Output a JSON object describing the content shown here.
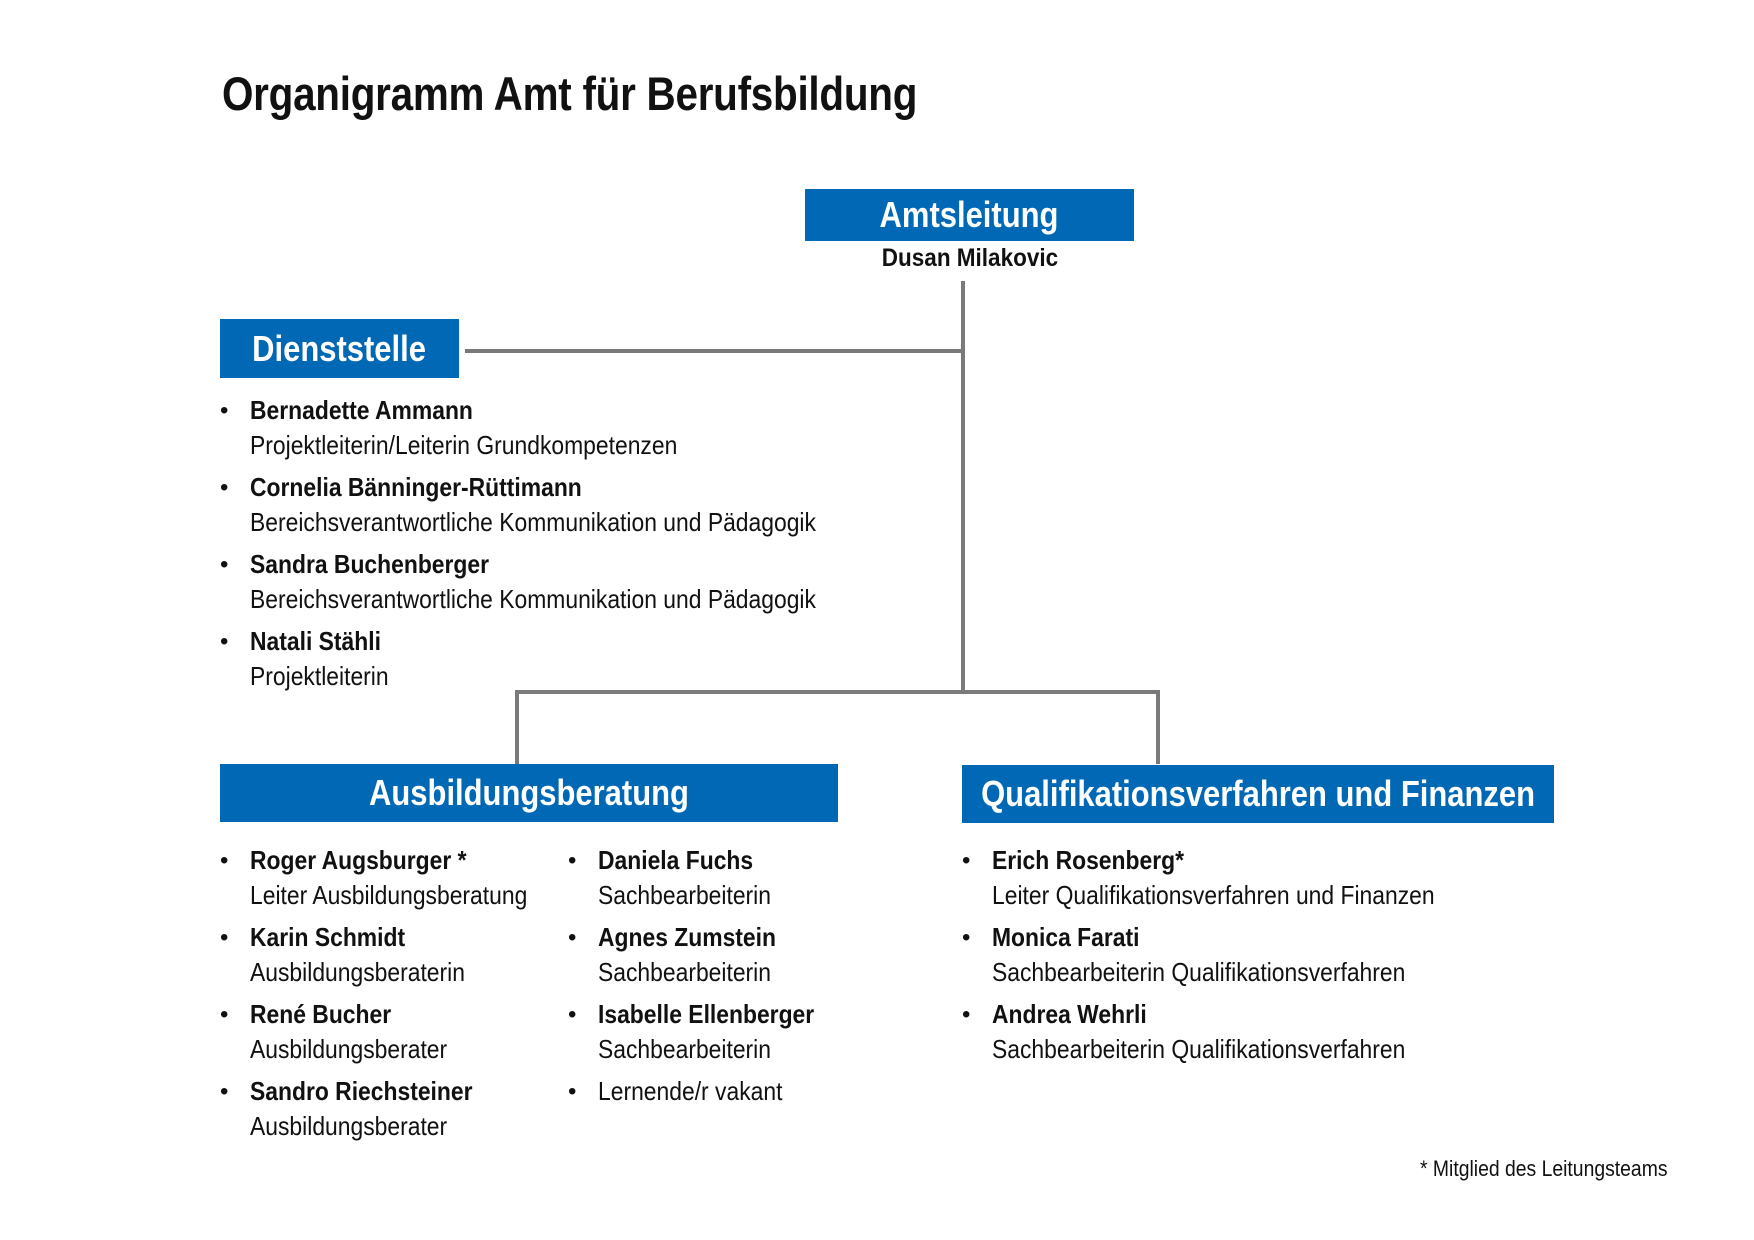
{
  "title": "Organigramm Amt für Berufsbildung",
  "accent_color": "#0068b4",
  "connector_color": "#7a7a7a",
  "amtsleitung": {
    "label": "Amtsleitung",
    "name": "Dusan Milakovic"
  },
  "dienststelle": {
    "label": "Dienststelle",
    "members": [
      {
        "name": "Bernadette Ammann",
        "role": "Projektleiterin/Leiterin Grundkompetenzen"
      },
      {
        "name": "Cornelia Bänninger-Rüttimann",
        "role": "Bereichsverantwortliche Kommunikation und Pädagogik"
      },
      {
        "name": "Sandra Buchenberger",
        "role": "Bereichsverantwortliche Kommunikation und Pädagogik"
      },
      {
        "name": "Natali Stähli",
        "role": "Projektleiterin"
      }
    ]
  },
  "ausbildungsberatung": {
    "label": "Ausbildungsberatung",
    "column1": [
      {
        "name": "Roger Augsburger *",
        "role": "Leiter Ausbildungsberatung"
      },
      {
        "name": "Karin Schmidt",
        "role": "Ausbildungsberaterin"
      },
      {
        "name": "René Bucher",
        "role": "Ausbildungsberater"
      },
      {
        "name": "Sandro Riechsteiner",
        "role": "Ausbildungsberater"
      }
    ],
    "column2": [
      {
        "name": "Daniela Fuchs",
        "role": "Sachbearbeiterin"
      },
      {
        "name": "Agnes Zumstein",
        "role": "Sachbearbeiterin"
      },
      {
        "name": "Isabelle Ellenberger",
        "role": "Sachbearbeiterin"
      },
      {
        "name": "Lernende/r vakant",
        "role": ""
      }
    ]
  },
  "qualifikationsverfahren": {
    "label": "Qualifikationsverfahren und Finanzen",
    "members": [
      {
        "name": "Erich Rosenberg*",
        "role": "Leiter Qualifikationsverfahren und Finanzen"
      },
      {
        "name": "Monica Farati",
        "role": "Sachbearbeiterin Qualifikationsverfahren"
      },
      {
        "name": "Andrea Wehrli",
        "role": "Sachbearbeiterin Qualifikationsverfahren"
      }
    ]
  },
  "footnote": "* Mitglied des Leitungsteams"
}
